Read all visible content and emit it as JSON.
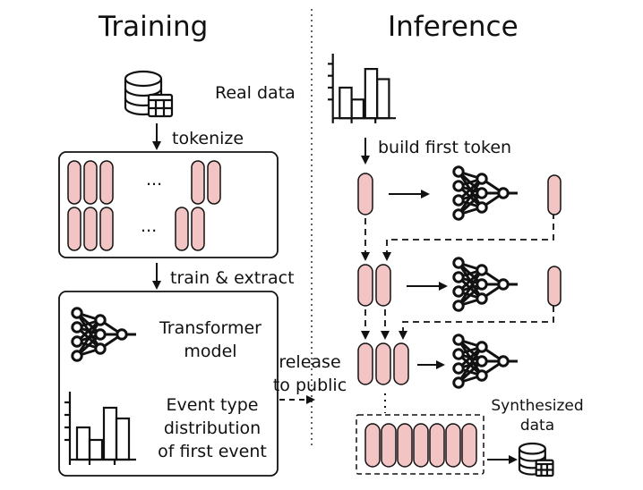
{
  "headings": {
    "training": "Training",
    "inference": "Inference"
  },
  "labels": {
    "real_data": "Real data",
    "tokenize": "tokenize",
    "train_extract": "train & extract",
    "transformer_l1": "Transformer",
    "transformer_l2": "model",
    "event_l1": "Event type",
    "event_l2": "distribution",
    "event_l3": "of first event",
    "release_l1": "release",
    "release_l2": "to public",
    "build_first_token": "build first token",
    "synth_l1": "Synthesized",
    "synth_l2": "data",
    "ellipsis": "..."
  },
  "colors": {
    "token_fill": "#f2c4c4",
    "stroke": "#111111",
    "db_fill": "#ffffff"
  },
  "icons": [
    "database-table-icon",
    "bar-chart-icon",
    "neural-network-icon",
    "token-capsule-icon"
  ]
}
